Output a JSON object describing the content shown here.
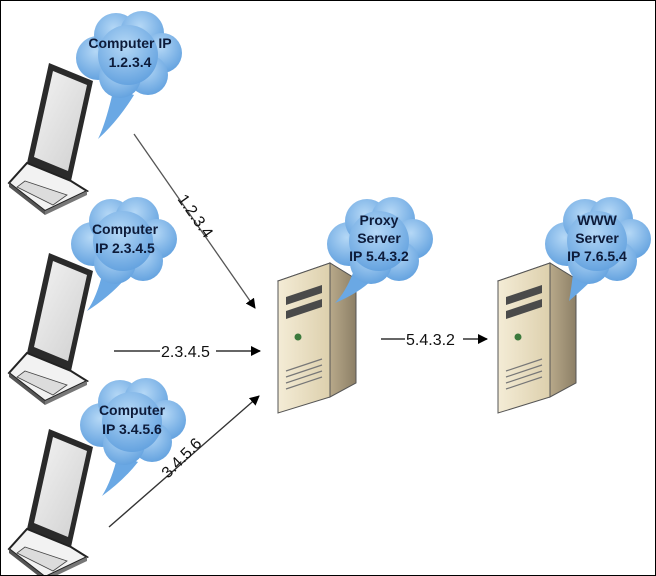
{
  "diagram": {
    "computers": [
      {
        "label_lines": [
          "Computer IP",
          "1.2.3.4"
        ]
      },
      {
        "label_lines": [
          "Computer",
          "IP 2.3.4.5"
        ]
      },
      {
        "label_lines": [
          "Computer",
          "IP 3.4.5.6"
        ]
      }
    ],
    "proxy": {
      "label_lines": [
        "Proxy",
        "Server",
        "IP 5.4.3.2"
      ]
    },
    "www": {
      "label_lines": [
        "WWW",
        "Server",
        "IP 7.6.5.4"
      ]
    },
    "edges": {
      "c1_to_proxy": "1.2.3.4",
      "c2_to_proxy": "2.3.4.5",
      "c3_to_proxy": "3.4.5.6",
      "proxy_to_www": "5.4.3.2"
    },
    "colors": {
      "cloud_fill": "#7cb6ea",
      "cloud_fill_light": "#a8d0f4",
      "server_body": "#e8ddc0",
      "laptop_screen": "#e6e6e6"
    }
  }
}
